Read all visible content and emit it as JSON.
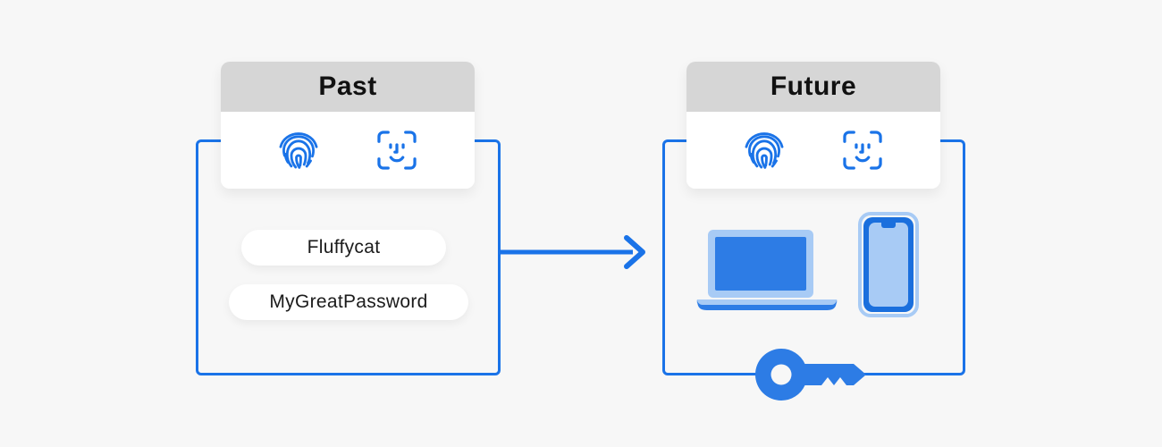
{
  "diagram": {
    "title_hidden": "",
    "background_color": "#f7f7f7",
    "accent_color": "#1a73e8",
    "header_color": "#d6d6d6",
    "panels": [
      {
        "id": "past",
        "label": "Past",
        "biometrics": [
          {
            "name": "fingerprint-icon",
            "label": "Fingerprint"
          },
          {
            "name": "face-id-icon",
            "label": "Face ID"
          }
        ],
        "passwords": [
          "Fluffycat",
          "MyGreatPassword"
        ]
      },
      {
        "id": "future",
        "label": "Future",
        "biometrics": [
          {
            "name": "fingerprint-icon",
            "label": "Fingerprint"
          },
          {
            "name": "face-id-icon",
            "label": "Face ID"
          }
        ],
        "devices": [
          {
            "name": "laptop-icon",
            "label": "Laptop"
          },
          {
            "name": "phone-icon",
            "label": "Phone"
          },
          {
            "name": "security-key-icon",
            "label": "Security key"
          }
        ]
      }
    ],
    "arrow": {
      "name": "right-arrow",
      "direction": "right"
    }
  }
}
